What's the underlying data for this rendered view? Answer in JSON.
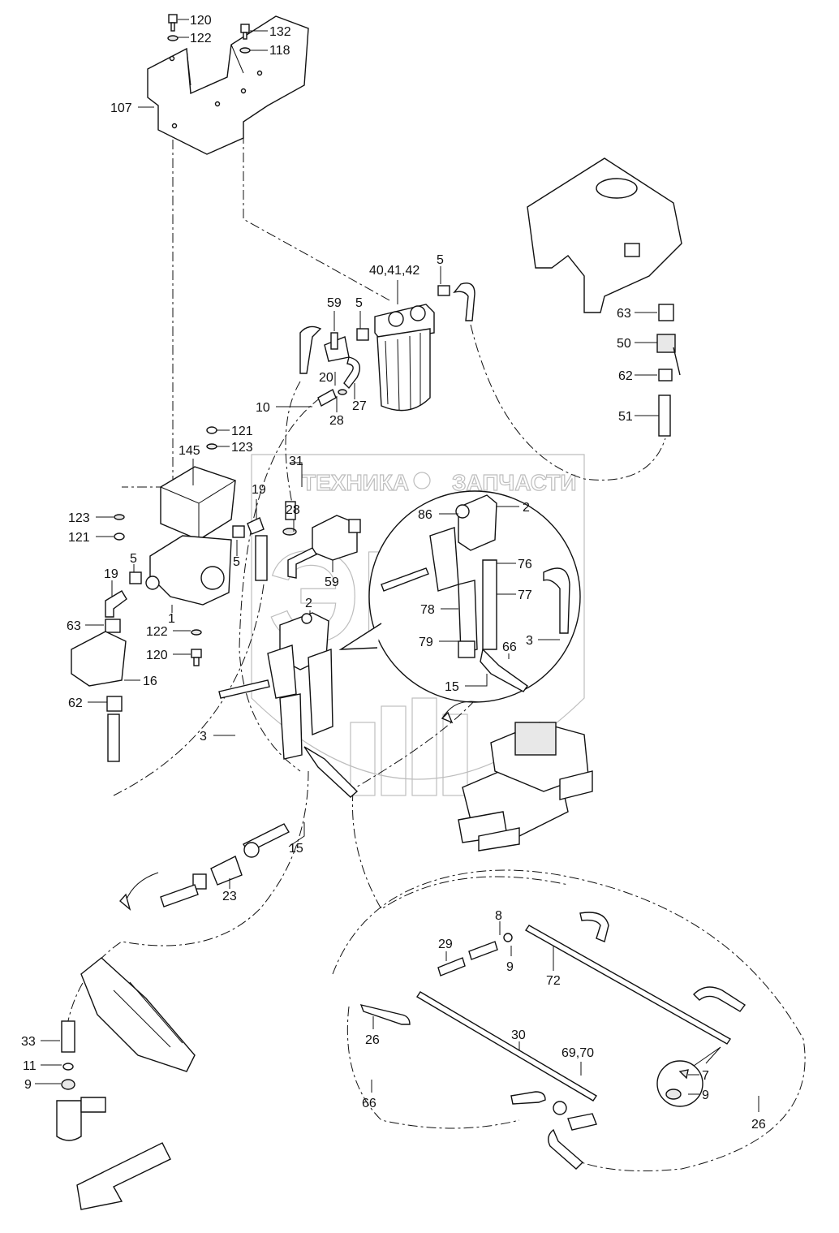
{
  "diagram": {
    "watermark": {
      "left_text": "ТЕХНИКА",
      "right_text": "ЗАПЧАСТИ",
      "logo_text": "ЭПФ"
    },
    "callouts": [
      "120",
      "122",
      "132",
      "118",
      "107",
      "40,41,42",
      "5",
      "59",
      "5",
      "20",
      "27",
      "28",
      "10",
      "121",
      "123",
      "145",
      "31",
      "19",
      "28",
      "123",
      "121",
      "5",
      "19",
      "5",
      "59",
      "1",
      "63",
      "122",
      "120",
      "16",
      "62",
      "2",
      "3",
      "86",
      "2",
      "76",
      "77",
      "78",
      "79",
      "66",
      "15",
      "3",
      "63",
      "50",
      "62",
      "51",
      "15",
      "23",
      "8",
      "9",
      "29",
      "72",
      "26",
      "30",
      "69,70",
      "26",
      "7",
      "9",
      "66",
      "33",
      "11",
      "9"
    ]
  }
}
